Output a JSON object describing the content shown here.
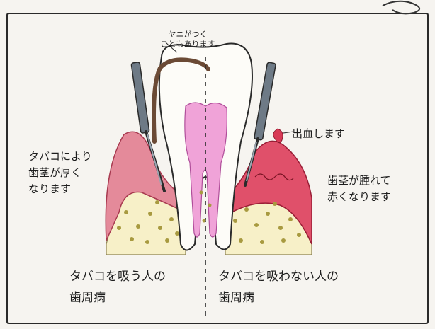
{
  "labels": {
    "tar_note": "ヤニがつく\nこともあります",
    "bleeding": "出血します",
    "smoker_gum": "タバコにより\n歯茎が厚く\nなります",
    "nonsmoker_gum": "歯茎が腫れて\n赤くなります",
    "smoker_title": "タバコを吸う人の\n歯周病",
    "nonsmoker_title": "タバコを吸わない人の\n歯周病"
  },
  "colors": {
    "gum_left": "#e48a9a",
    "gum_right": "#e0506a",
    "bone": "#f7f0c8",
    "bone_dots": "#a89a40",
    "pulp": "#f0a3d8",
    "tar": "#6b4a35",
    "probe": "#6e7a86",
    "blood": "#d83a56"
  },
  "icons": [
    "periodontal-probe-icon",
    "tooth-icon"
  ]
}
